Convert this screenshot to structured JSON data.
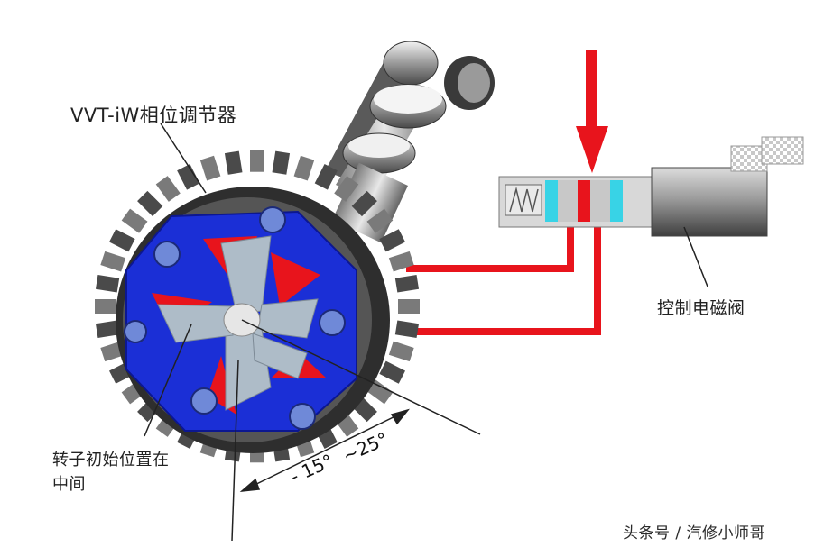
{
  "labels": {
    "vvt_title": "VVT-iW相位调节器",
    "solenoid": "控制电磁阀",
    "rotor_line1": "转子初始位置在",
    "rotor_line2": "中间",
    "angle_min": "- 15°",
    "angle_max": "~25°",
    "watermark": "头条号 / 汽修小师哥"
  },
  "colors": {
    "oil_red": "#e8141c",
    "chamber_blue": "#1b2fd6",
    "rotor_gray": "#aebcc8",
    "spool_cyan": "#38d3e6",
    "gear_dark": "#3c3c3c"
  },
  "icons": [
    "gear-icon",
    "camshaft-icon",
    "solenoid-valve-icon",
    "arrow-down-icon"
  ]
}
